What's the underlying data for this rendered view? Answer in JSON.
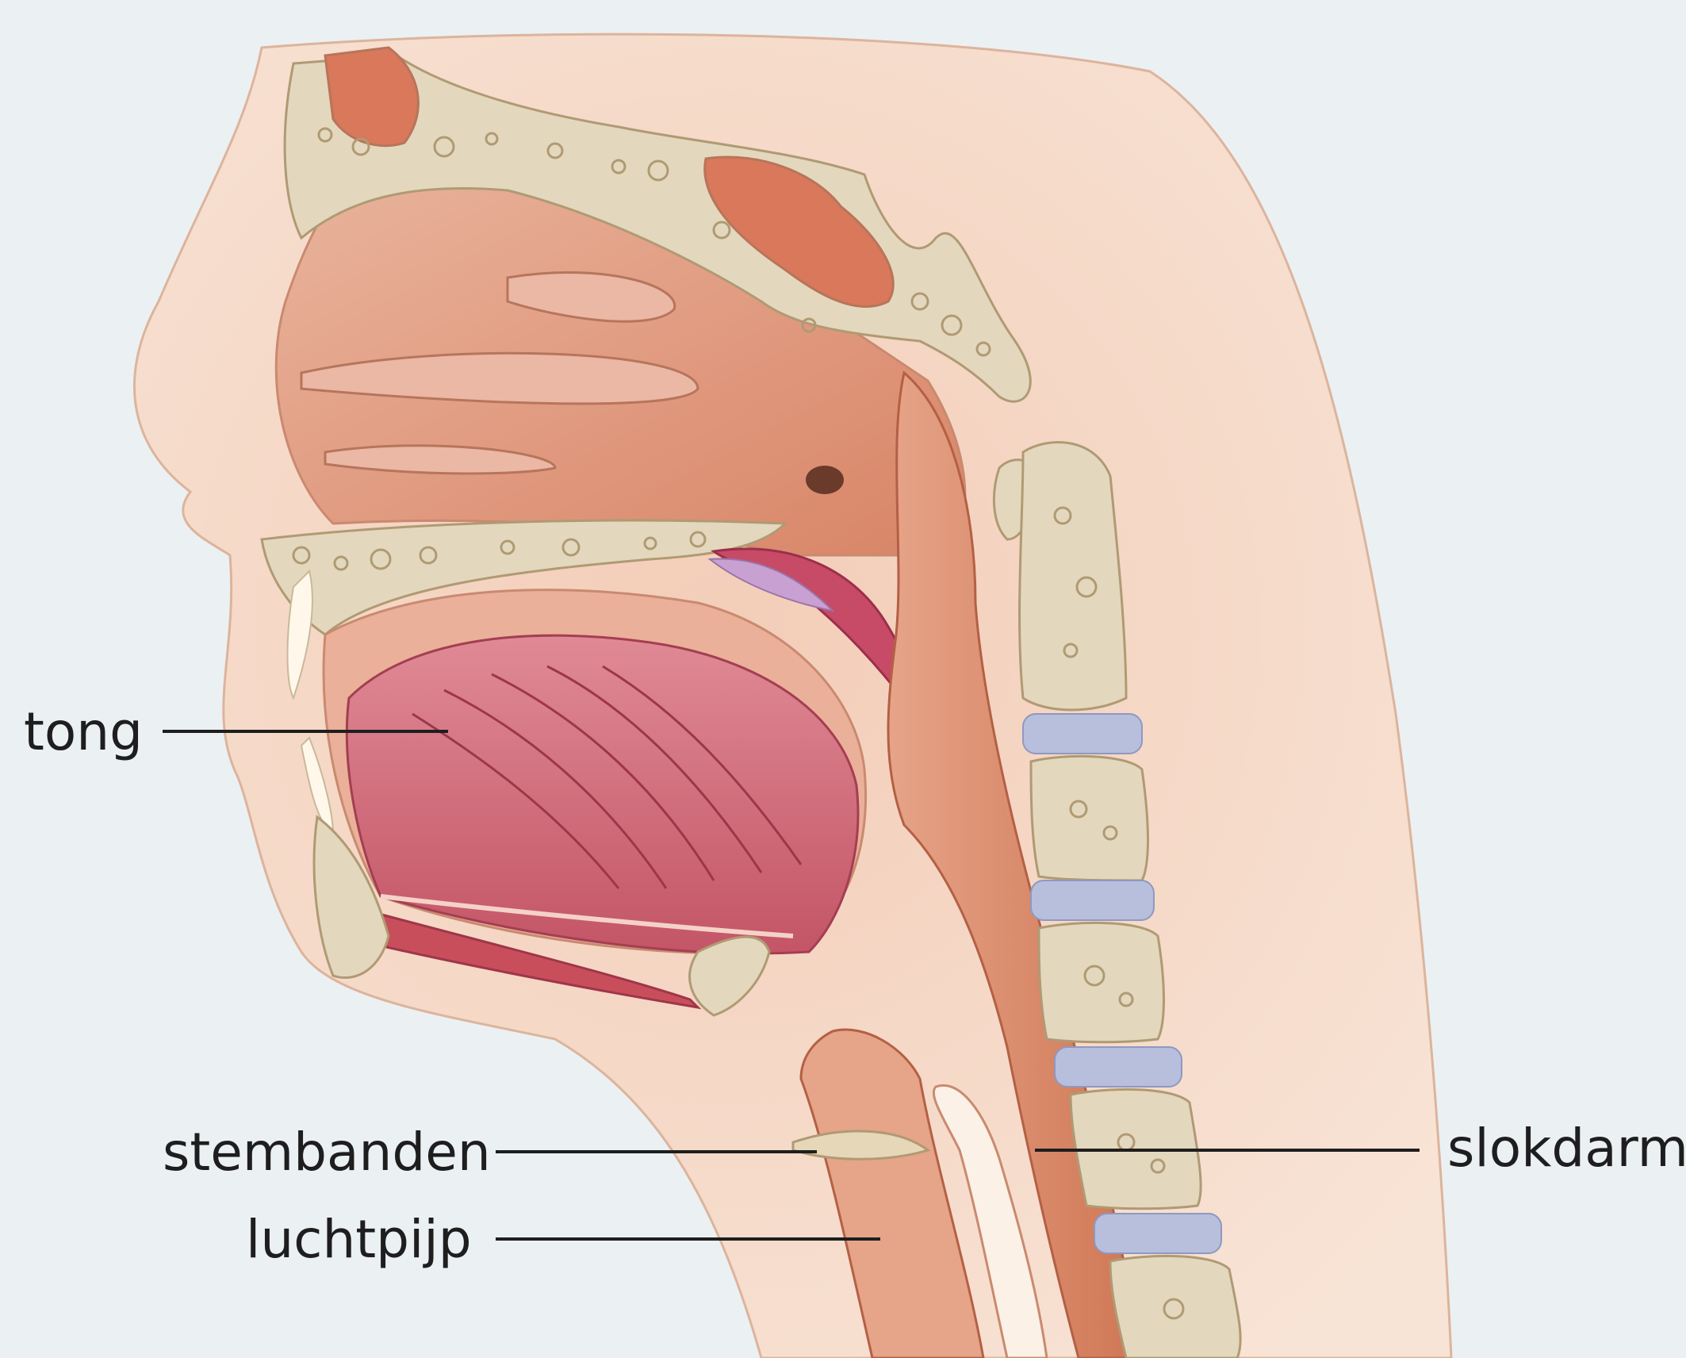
{
  "labels": {
    "tong": "tong",
    "stembanden": "stembanden",
    "luchtpijp": "luchtpijp",
    "slokdarm": "slokdarm"
  },
  "colors": {
    "background": "#ebf0f3",
    "skin": "#f6d9c6",
    "bone": "#e3d8bd",
    "tissue": "#d8876a",
    "tongue": "#c85a6a",
    "disc": "#b7bfdc",
    "text": "#1e1e1e"
  }
}
